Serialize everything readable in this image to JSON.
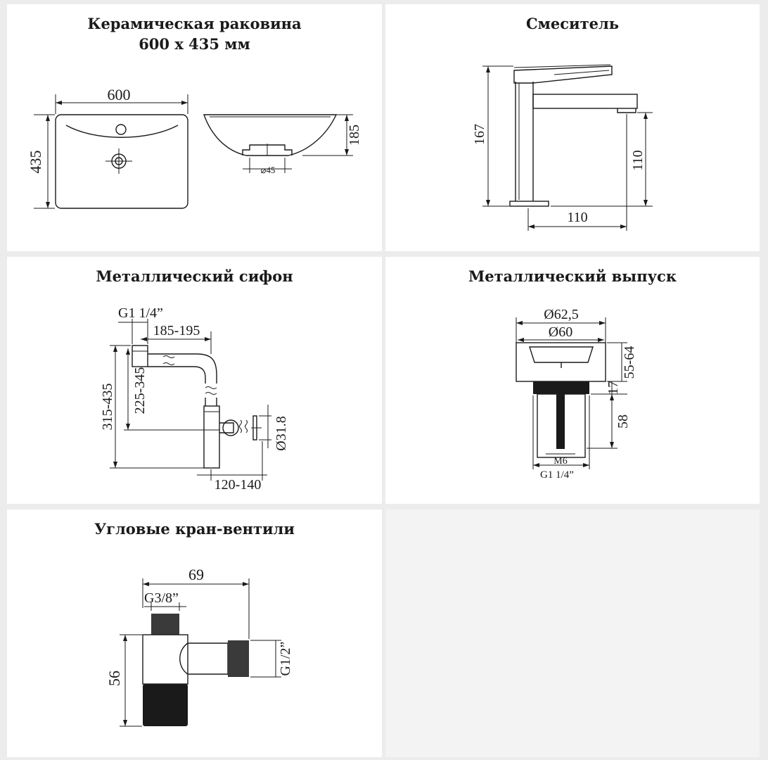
{
  "panels": [
    {
      "title_line1": "Керамическая раковина",
      "title_line2": "600 x 435 мм",
      "dims": {
        "width": "600",
        "depth": "435",
        "height": "185",
        "drain": "⌀45"
      }
    },
    {
      "title": "Смеситель",
      "dims": {
        "height": "167",
        "spout_height": "110",
        "spout_reach": "110"
      }
    },
    {
      "title": "Металлический сифон",
      "dims": {
        "thread": "G1 1/4”",
        "horizontal": "185-195",
        "height_total": "315-435",
        "height_inner": "225-345",
        "outlet_diameter": "Ø31.8",
        "outlet_reach": "120-140"
      }
    },
    {
      "title": "Металлический выпуск",
      "dims": {
        "outer_diameter": "Ø62,5",
        "inner_diameter": "Ø60",
        "range": "55-64",
        "rim": "17",
        "thread_length": "58",
        "bolt": "M6",
        "thread": "G1 1/4”"
      }
    },
    {
      "title": "Угловые кран-вентили",
      "dims": {
        "length": "69",
        "inlet_thread": "G3/8”",
        "height": "56",
        "outlet_thread": "G1/2”"
      }
    }
  ]
}
